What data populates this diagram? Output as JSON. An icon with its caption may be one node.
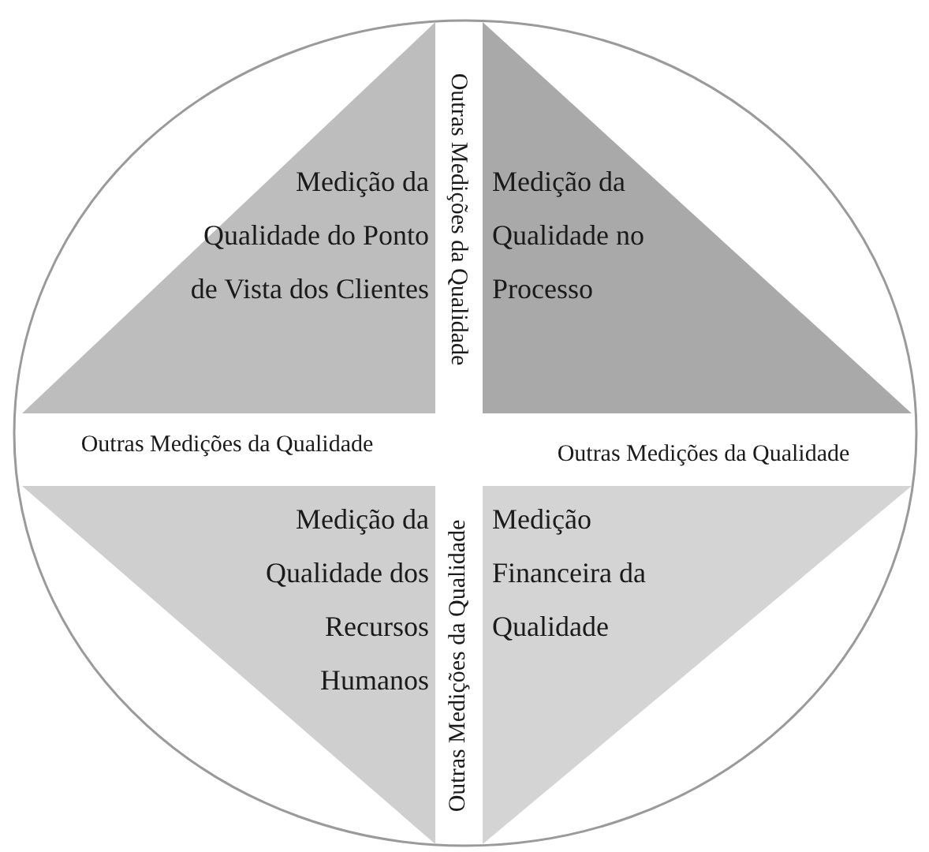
{
  "diagram": {
    "nodes": [
      {
        "text": [],
        "shape": "circle"
      },
      {
        "text": [
          "Medição da Qualidade do Ponto de Vista dos Clientes"
        ],
        "in": 0
      },
      {
        "text": [
          "Medição da Qualidade no Processo"
        ],
        "in": 0
      },
      {
        "text": [
          "Medição da Qualidade dos Recursos Humanos"
        ],
        "in": 0
      },
      {
        "text": [
          "Medição Financeira da Qualidade"
        ],
        "in": 0
      }
    ],
    "labels": [
      "Outras Medições da Qualidade",
      "Outras Medições da Qualidade",
      "Outras Medições da Qualidade",
      "Outras Medições da Qualidade"
    ]
  }
}
